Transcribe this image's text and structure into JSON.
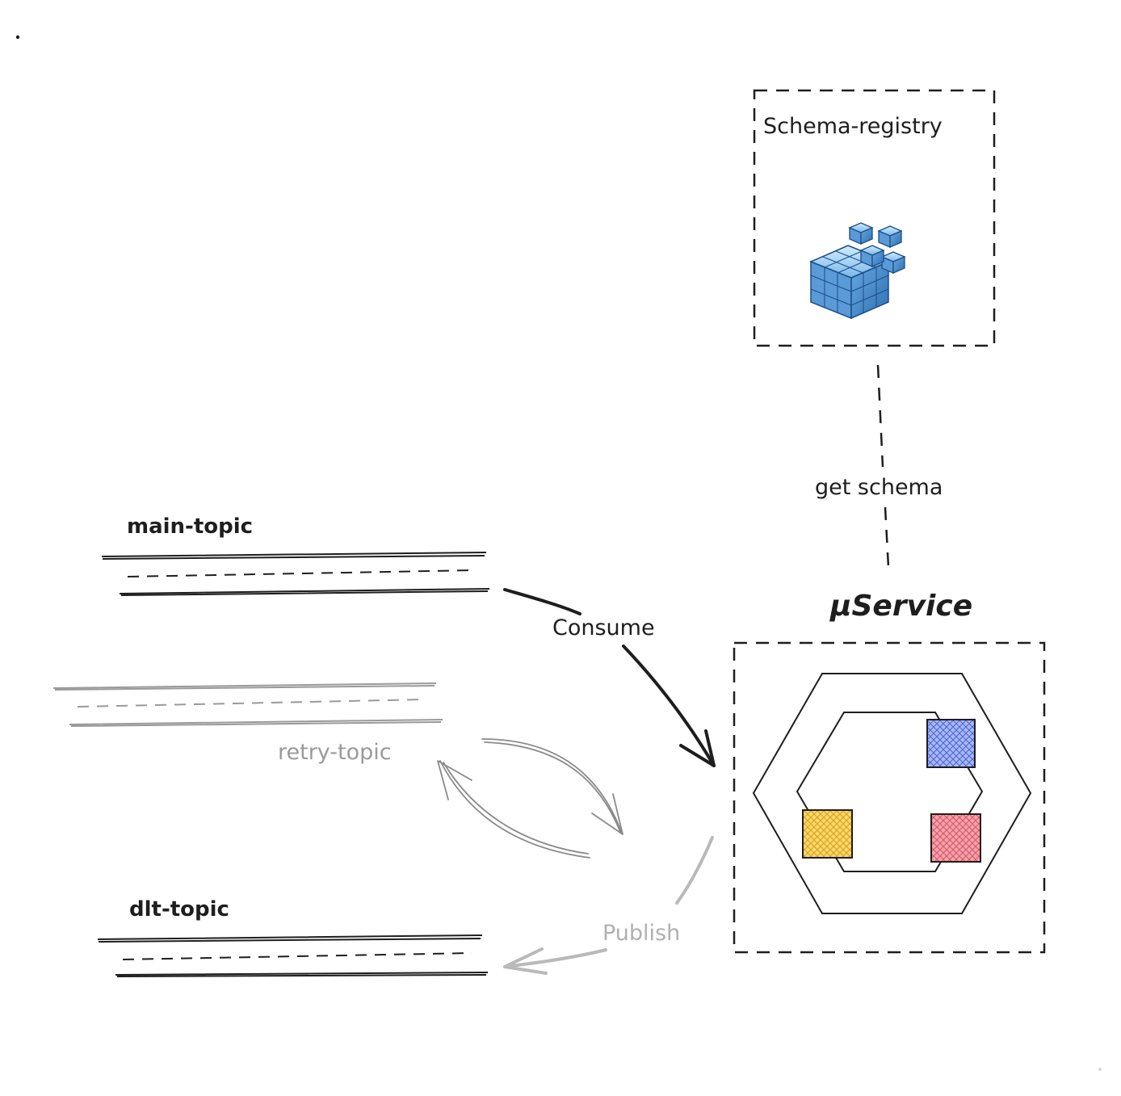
{
  "topics": {
    "main": {
      "label": "main-topic"
    },
    "retry": {
      "label": "retry-topic"
    },
    "dlt": {
      "label": "dlt-topic"
    }
  },
  "schema_registry": {
    "label": "Schema-registry",
    "icon": "registry-cubes-icon"
  },
  "service": {
    "label": "µService",
    "icon": "hexagon-architecture-icon"
  },
  "edges": {
    "consume": {
      "label": "Consume"
    },
    "publish": {
      "label": "Publish"
    },
    "get_schema": {
      "label": "get schema"
    }
  },
  "colors": {
    "ink": "#1e1e1e",
    "grey": "#9a9a9a",
    "blue_port": "#4a63e0",
    "yellow_port": "#f0b400",
    "red_port": "#e05060",
    "cube_blue": "#4f9ad8"
  }
}
